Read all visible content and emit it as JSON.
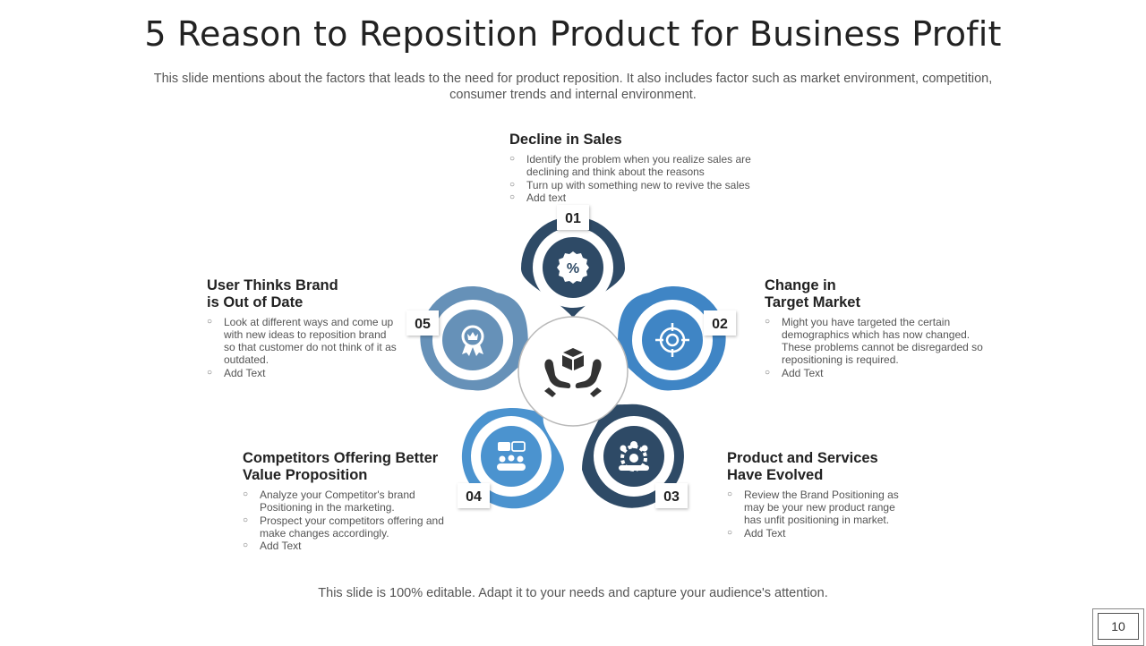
{
  "title": "5 Reason to Reposition Product for Business Profit",
  "subtitle": "This slide mentions about the factors that leads to the need for product reposition. It also includes factor such as market environment, competition, consumer trends and internal  environment.",
  "footer": "This slide is 100% editable. Adapt it to your needs and capture your audience's attention.",
  "page_number": "10",
  "colors": {
    "dark": "#2e4a66",
    "mid": "#3f85c5",
    "steel": "#6691b8",
    "light": "#4b93cf"
  },
  "center_icon": "hands-box-icon",
  "items": [
    {
      "num": "01",
      "icon": "percent-badge-icon",
      "title": "Decline in Sales",
      "bullets": [
        "Identify the problem when you realize sales are declining and think about the reasons",
        "Turn up with something  new to revive the sales",
        "Add text"
      ]
    },
    {
      "num": "02",
      "icon": "target-icon",
      "title": "Change in Target Market",
      "bullets": [
        "Might you have targeted the certain demographics which has now changed. These problems cannot be  disregarded so repositioning is required.",
        "Add Text"
      ]
    },
    {
      "num": "03",
      "icon": "team-gear-icon",
      "title": "Product and Services Have Evolved",
      "bullets": [
        "Review the Brand Positioning as may be your new product range has unfit positioning in market.",
        "Add Text"
      ]
    },
    {
      "num": "04",
      "icon": "discussion-icon",
      "title": "Competitors Offering Better Value Proposition",
      "bullets": [
        "Analyze  your Competitor's brand Positioning in the marketing.",
        "Prospect your competitors offering and make changes accordingly.",
        "Add Text"
      ]
    },
    {
      "num": "05",
      "icon": "award-badge-icon",
      "title": "User Thinks Brand is Out of Date",
      "bullets": [
        "Look at different ways and come up with new ideas to reposition brand so that customer do not think of it as outdated.",
        "Add Text"
      ]
    }
  ]
}
